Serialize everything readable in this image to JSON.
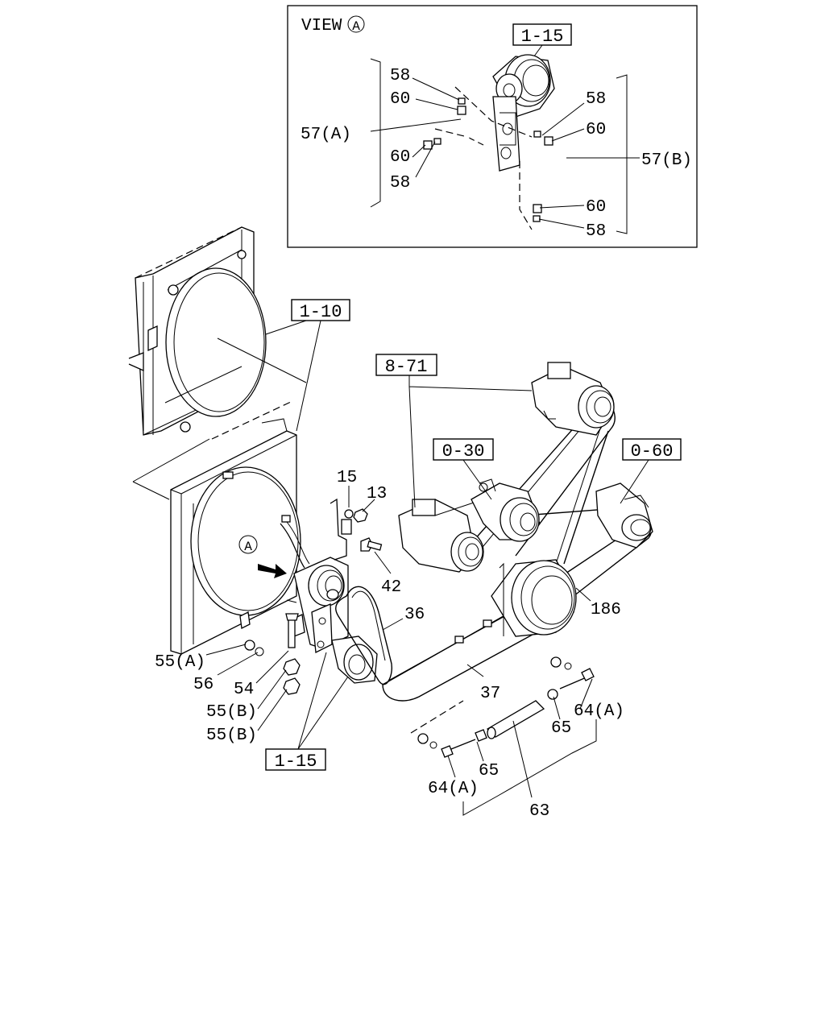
{
  "view_box": {
    "title": "VIEW",
    "circle_letter": "A",
    "ref": "1-15",
    "labels": {
      "l58a": "58",
      "l60a": "60",
      "l57a": "57(A)",
      "l60b": "60",
      "l58b": "58",
      "r58a": "58",
      "r60a": "60",
      "r57b": "57(B)",
      "r60b": "60",
      "r58b": "58"
    }
  },
  "main": {
    "refs": {
      "fan": "1-10",
      "compressor": "8-71",
      "alternator_a": "0-30",
      "alternator_b": "0-60",
      "pump": "1-15"
    },
    "view_marker": "A",
    "callouts": {
      "p15": "15",
      "p13": "13",
      "p42": "42",
      "p36": "36",
      "p186": "186",
      "p37": "37",
      "p55a": "55(A)",
      "p56": "56",
      "p54": "54",
      "p55b1": "55(B)",
      "p55b2": "55(B)",
      "p64a_r": "64(A)",
      "p65_r": "65",
      "p65_l": "65",
      "p64a_l": "64(A)",
      "p63": "63"
    }
  }
}
